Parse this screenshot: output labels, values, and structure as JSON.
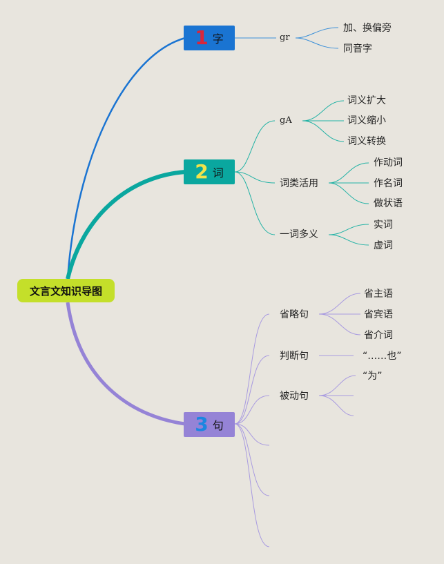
{
  "root": {
    "label": "文言文知识导图",
    "color": "#c4df2a"
  },
  "branches": [
    {
      "id": "zi",
      "number": "1",
      "label": "字",
      "box_color": "#1a74d2",
      "number_color": "#d9263c",
      "line_color": "#1a74d2",
      "sub_line_color": "#3a8fd8",
      "children": [
        {
          "label": "gr",
          "children": [
            "加、换偏旁",
            "同音字"
          ]
        }
      ]
    },
    {
      "id": "ci",
      "number": "2",
      "label": "词",
      "box_color": "#0aa79f",
      "number_color": "#f2e34a",
      "line_color": "#0aa79f",
      "sub_line_color": "#22b2a5",
      "children": [
        {
          "label": "gA",
          "children": [
            "词义扩大",
            "词义缩小",
            "词义转换"
          ]
        },
        {
          "label": "词类活用",
          "children": [
            "作动词",
            "作名词",
            "做状语"
          ]
        },
        {
          "label": "一词多义",
          "children": [
            "实词",
            "虚词"
          ]
        }
      ]
    },
    {
      "id": "ju",
      "number": "3",
      "label": "句",
      "box_color": "#9583d6",
      "number_color": "#1c86e0",
      "line_color": "#9583d6",
      "sub_line_color": "#a89ae0",
      "children": [
        {
          "label": "省略句",
          "children": [
            "省主语",
            "省宾语",
            "省介词"
          ]
        },
        {
          "label": "判断句",
          "children": [
            "“……也”"
          ]
        },
        {
          "label": "被动句",
          "children": [
            "“为”"
          ]
        }
      ]
    }
  ]
}
